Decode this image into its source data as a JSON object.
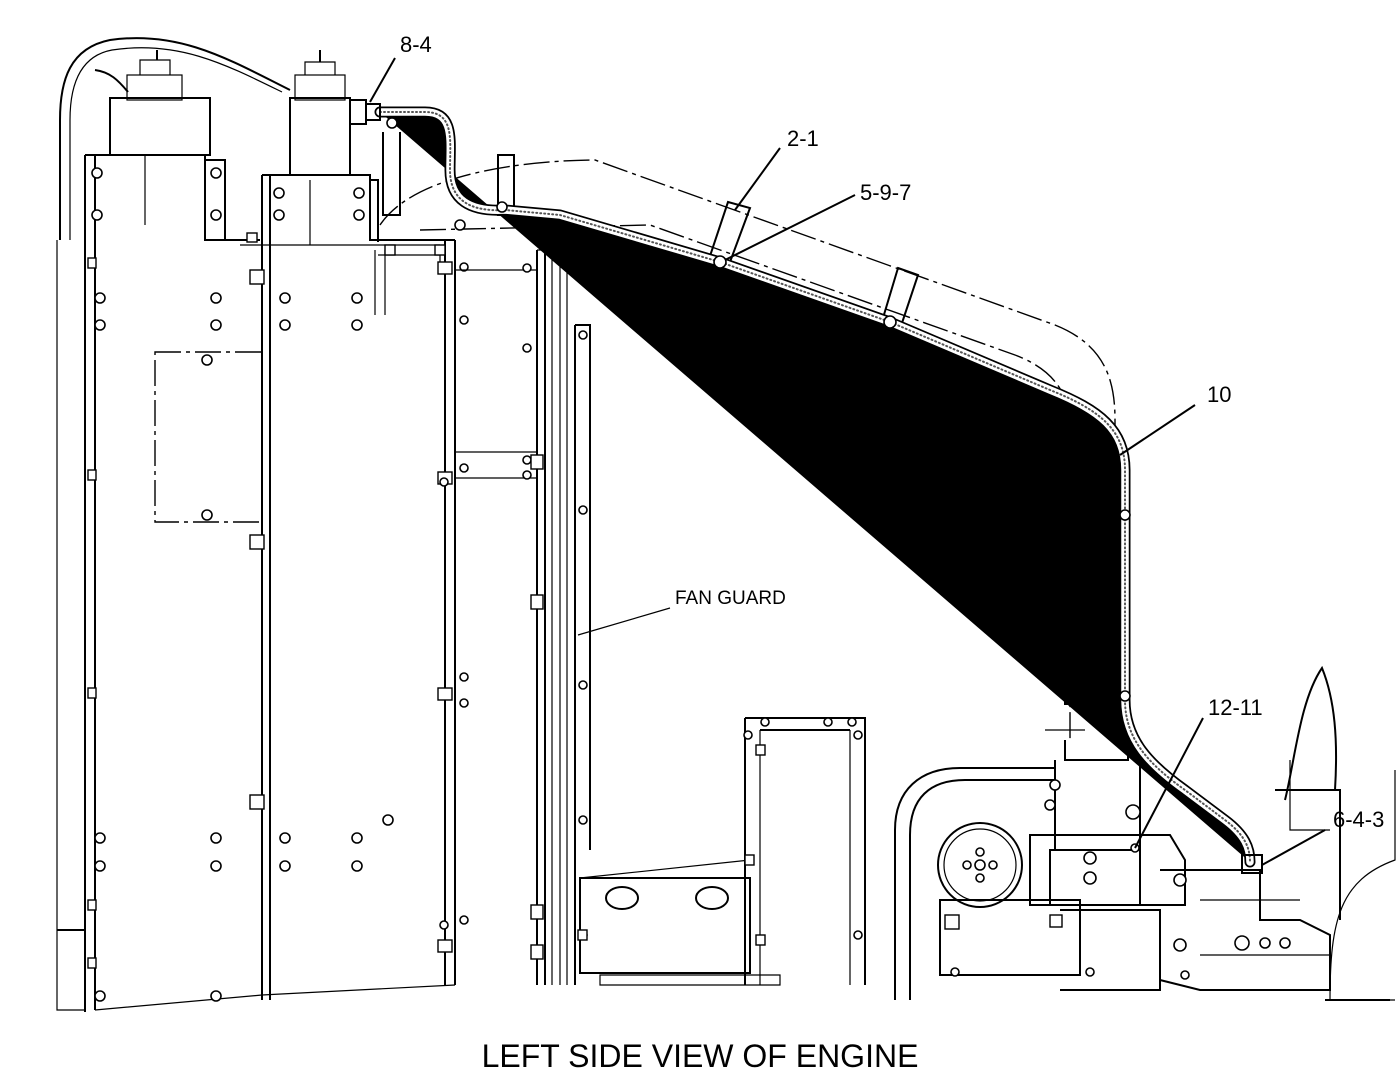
{
  "callouts": {
    "c84": "8-4",
    "c21": "2-1",
    "c597": "5-9-7",
    "c10": "10",
    "c1211": "12-11",
    "c643": "6-4-3"
  },
  "labels": {
    "fan_guard": "FAN GUARD"
  },
  "caption": "LEFT SIDE VIEW OF ENGINE"
}
